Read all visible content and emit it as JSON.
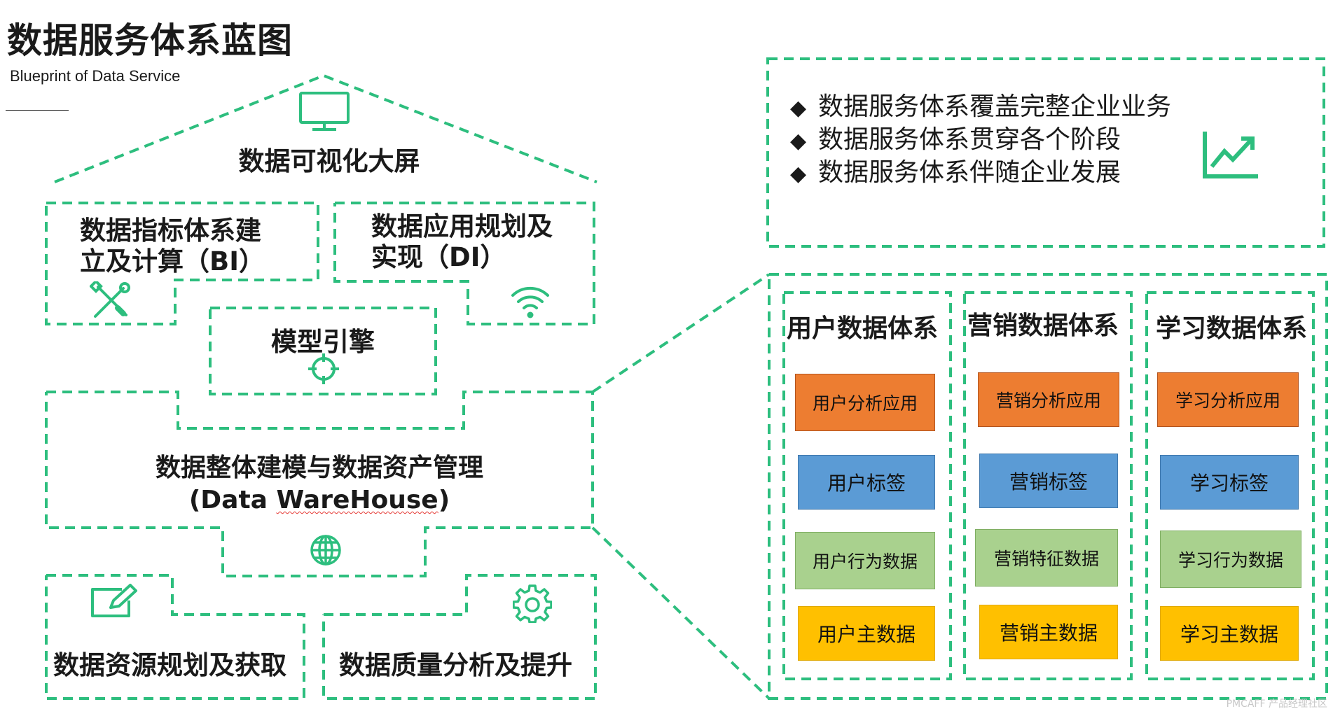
{
  "header": {
    "title": "数据服务体系蓝图",
    "subtitle": "Blueprint of Data Service"
  },
  "house": {
    "roof_label": "数据可视化大屏",
    "bi_label_line1": "数据指标体系建",
    "bi_label_line2": "立及计算（BI）",
    "di_label_line1": "数据应用规划及",
    "di_label_line2": "实现（DI）",
    "model_label": "模型引擎",
    "dw_label_line1": "数据整体建模与数据资产管理",
    "dw_label_line2_pre": "(Data ",
    "dw_label_line2_word": "WareHouse",
    "dw_label_line2_post": ")",
    "acquire_label": "数据资源规划及获取",
    "quality_label": "数据质量分析及提升"
  },
  "summary": {
    "bullets": [
      "数据服务体系覆盖完整企业业务",
      "数据服务体系贯穿各个阶段",
      "数据服务体系伴随企业发展"
    ],
    "bullet_symbol": "◆"
  },
  "columns": [
    {
      "header": "用户数据体系",
      "cells": [
        "用户分析应用",
        "用户标签",
        "用户行为数据",
        "用户主数据"
      ]
    },
    {
      "header": "营销数据体系",
      "cells": [
        "营销分析应用",
        "营销标签",
        "营销特征数据",
        "营销主数据"
      ]
    },
    {
      "header": "学习数据体系",
      "cells": [
        "学习分析应用",
        "学习标签",
        "学习行为数据",
        "学习主数据"
      ]
    }
  ],
  "colors": {
    "dash": "#2DBE7E",
    "icon": "#2DBE7E",
    "orange": "#ED7D31",
    "blue": "#5B9BD5",
    "green": "#A9D18E",
    "yellow": "#FFC000"
  },
  "icons": {
    "roof": "monitor-icon",
    "bi": "wrench-screwdriver-icon",
    "di": "wifi-icon",
    "model": "crosshair-icon",
    "dw": "globe-icon",
    "acquire": "edit-icon",
    "quality": "gear-icon",
    "summary": "trend-chart-icon"
  },
  "watermark": "PMCAFF 产品经理社区"
}
